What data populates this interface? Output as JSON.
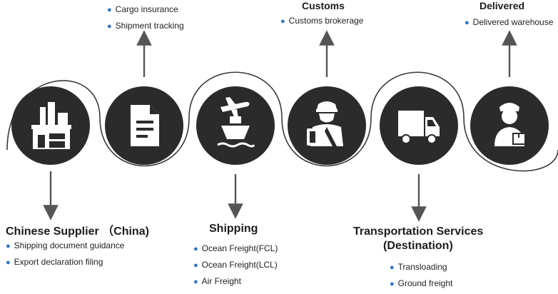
{
  "steps": [
    {
      "id": "supplier",
      "icon": "factory-icon",
      "title": "Chinese Supplier  （China)",
      "items": [
        "Shipping document guidance",
        "Export declaration filing"
      ]
    },
    {
      "id": "document",
      "icon": "document-icon",
      "title": "",
      "items": [
        "Cargo insurance",
        "Shipment tracking"
      ]
    },
    {
      "id": "shipping",
      "icon": "plane-ship-icon",
      "title": "Shipping",
      "items": [
        "Ocean Freight(FCL)",
        "Ocean Freight(LCL)",
        "Air Freight"
      ]
    },
    {
      "id": "customs",
      "icon": "customs-officer-icon",
      "title": "Customs",
      "items": [
        "Customs brokerage"
      ]
    },
    {
      "id": "transport",
      "icon": "truck-icon",
      "title_lines": [
        "Transportation Services",
        "(Destination)"
      ],
      "items": [
        "Transloading",
        "Ground freight"
      ]
    },
    {
      "id": "delivered",
      "icon": "delivery-person-icon",
      "title": "Delivered",
      "items": [
        "Delivered warehouse"
      ]
    }
  ],
  "colors": {
    "circle": "#2b2b2b",
    "bullet": "#2c74c6",
    "line": "#3a3a3a",
    "arrow": "#555555"
  }
}
